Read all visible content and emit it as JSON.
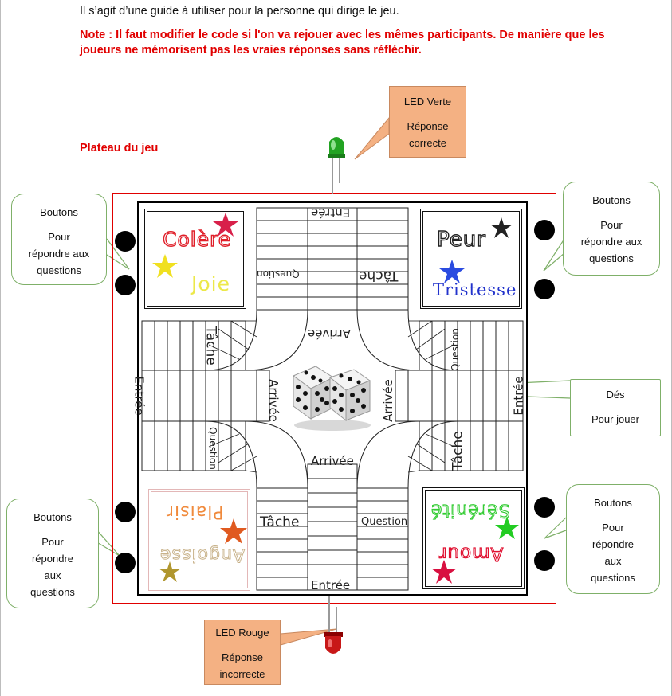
{
  "intro": "Il s’agit d’une guide à utiliser pour la personne qui dirige le jeu.",
  "note": "Note : Il faut modifier le code si l'on va rejouer avec les mêmes participants. De manière que les joueurs ne mémorisent pas les vraies réponses sans réfléchir.",
  "heading": "Plateau du jeu",
  "callouts": {
    "led_green": {
      "line1": "LED Verte",
      "line2": "Réponse",
      "line3": "correcte"
    },
    "led_red": {
      "line1": "LED Rouge",
      "line2": "Réponse",
      "line3": "incorrecte"
    },
    "buttons_tl": {
      "line1": "Boutons",
      "line2": "Pour",
      "line3": "répondre aux",
      "line4": "questions"
    },
    "buttons_tr": {
      "line1": "Boutons",
      "line2": "Pour",
      "line3": "répondre aux",
      "line4": "questions"
    },
    "buttons_bl": {
      "line1": "Boutons",
      "line2": "Pour",
      "line3": "répondre",
      "line4": "aux",
      "line5": "questions"
    },
    "buttons_br": {
      "line1": "Boutons",
      "line2": "Pour",
      "line3": "répondre",
      "line4": "aux",
      "line5": "questions"
    },
    "dice": {
      "line1": "Dés",
      "line2": "Pour jouer"
    }
  },
  "board": {
    "entree": "Entrée",
    "arrivee": "Arrivée",
    "question": "Question",
    "tache": "Tâche",
    "emotions": {
      "colere": "Colère",
      "joie": "Joie",
      "peur": "Peur",
      "tristesse": "Tristesse",
      "plaisir": "Plaisir",
      "angoisse": "Angoisse",
      "amour": "Amour",
      "serenite": "Sérénité"
    }
  },
  "colors": {
    "note_red": "#e10000",
    "callout_orange": "#f4b183",
    "callout_border_green": "#7fb069",
    "board_border": "#e00000",
    "colere": "#e0202a",
    "joie": "#ece84a",
    "peur": "#222222",
    "tristesse": "#2233cc",
    "plaisir": "#f08a3c",
    "angoisse": "#d4c3a0",
    "amour": "#e01030",
    "serenite": "#33cc33"
  }
}
